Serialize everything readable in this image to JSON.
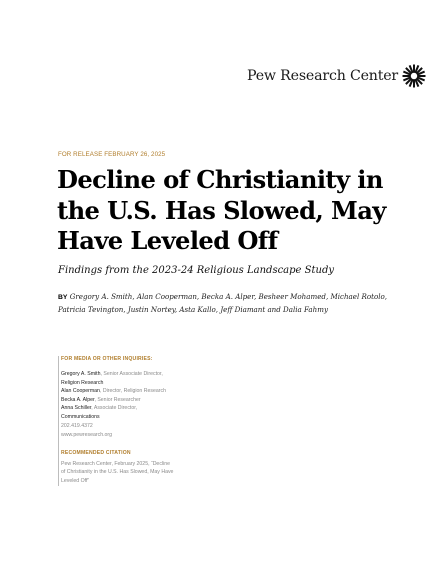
{
  "header": {
    "logo_text": "Pew Research Center",
    "logo_icon": "starburst-icon"
  },
  "release": "FOR RELEASE FEBRUARY 26, 2025",
  "title_lines": [
    "Decline of Christianity in",
    "the U.S. Has Slowed, May",
    "Have Leveled Off"
  ],
  "subtitle": "Findings from the 2023-24 Religious Landscape Study",
  "byline": {
    "prefix": "BY",
    "line1": "Gregory A. Smith, Alan Cooperman, Becka A. Alper, Besheer Mohamed, Michael Rotolo,",
    "line2": "Patricia Tevington, Justin Nortey, Asta Kallo, Jeff Diamant and Dalia Fahmy"
  },
  "media": {
    "heading": "FOR MEDIA OR OTHER INQUIRIES:",
    "contacts": [
      {
        "name": "Gregory A. Smith",
        "role": ", Senior Associate Director,",
        "role_cont": "Religion Research"
      },
      {
        "name": "Alan Cooperman",
        "role": ", Director, Religion Research",
        "role_cont": ""
      },
      {
        "name": "Becka A. Alper",
        "role": ", Senior Researcher",
        "role_cont": ""
      },
      {
        "name": "Anna Schiller",
        "role": ", Associate Director,",
        "role_cont": "Communications"
      }
    ],
    "phone": "202.419.4372",
    "website": "www.pewresearch.org"
  },
  "citation": {
    "heading": "RECOMMENDED CITATION",
    "lines": [
      "Pew Research Center, February 2025, “Decline",
      "of Christianity in the U.S. Has Slowed, May Have",
      "Leveled Off”"
    ]
  }
}
